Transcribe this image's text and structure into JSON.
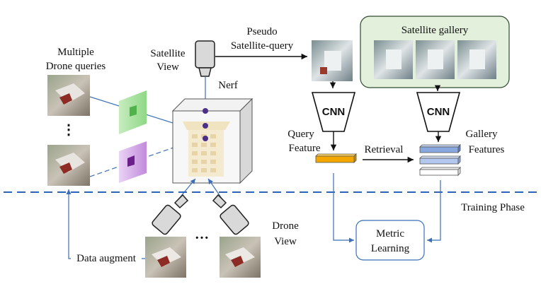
{
  "labels": {
    "multiple_drone_queries_1": "Multiple",
    "multiple_drone_queries_2": "Drone queries",
    "satellite_view_1": "Satellite",
    "satellite_view_2": "View",
    "nerf": "Nerf",
    "pseudo_1": "Pseudo",
    "pseudo_2": "Satellite-query",
    "satellite_gallery": "Satellite gallery",
    "cnn_left": "CNN",
    "cnn_right": "CNN",
    "query_feature_1": "Query",
    "query_feature_2": "Feature",
    "retrieval": "Retrieval",
    "gallery_features_1": "Gallery",
    "gallery_features_2": "Features",
    "training_phase": "Training Phase",
    "drone_view_1": "Drone",
    "drone_view_2": "View",
    "data_augment": "Data augment",
    "metric_1": "Metric",
    "metric_2": "Learning",
    "vdots": "⋮",
    "hdots": "…"
  },
  "colors": {
    "line_blue": "#3b6fb8",
    "dash_blue": "#2f63b8",
    "gallery_bg": "#e3f0dc",
    "gallery_border": "#2f4a2f",
    "query_feature": "#f2a800",
    "gallery_feature": "#8aa8e0",
    "green_plane": "#7fd07a",
    "purple_plane": "#c58fe0",
    "node": "#4b2e8a"
  }
}
